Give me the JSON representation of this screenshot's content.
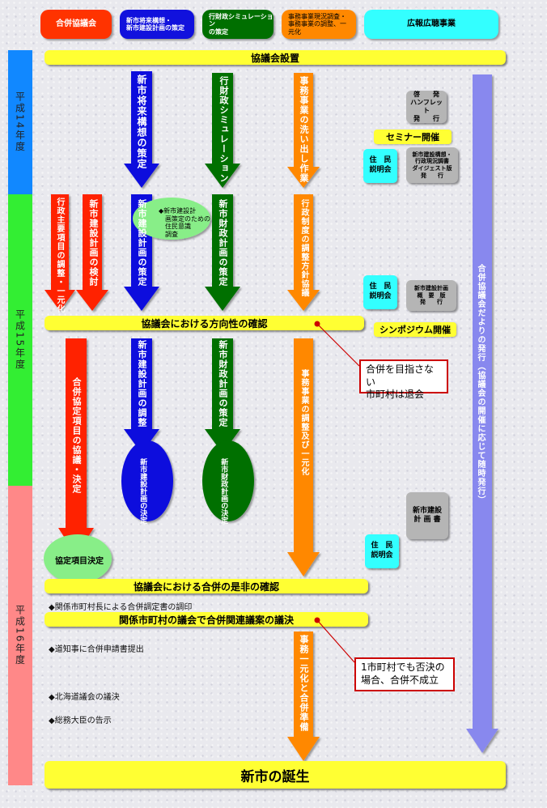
{
  "headers": {
    "council": "合併協議会",
    "future_plan_line1": "新市将来構想・",
    "future_plan_line2": "新市建設計画の策定",
    "finance_line1": "行財政シミュレーション",
    "finance_line2": "の策定",
    "business_line1": "事務事業現況調査・",
    "business_line2": "事務事業の調整、一",
    "business_line3": "元化",
    "pr": "広報広聴事業"
  },
  "years": {
    "h14": "平成14年度",
    "h15": "平成15年度",
    "h16": "平成16年度"
  },
  "bars": {
    "establish": "協議会設置",
    "direction": "協議会における方向性の確認",
    "merger_decision": "協議会における合併の是非の確認",
    "assembly": "関係市町村の議会で合併関連議案の議決",
    "birth": "新市の誕生"
  },
  "arrows": {
    "future_plan": "新市将来構想の策定",
    "finance_sim": "行財政シミュレーション",
    "business_review": "事務事業の洗い出し作業",
    "admin_items": "行政主要項目の調整・一元化",
    "construction_review": "新市建設計画の検討",
    "construction_plan": "新市建設計画の策定",
    "finance_plan": "新市財政計画の策定",
    "admin_policy": "行政制度の調整方針協議",
    "merger_items": "合併協定項目の協議・決定",
    "construction_adjust": "新市建設計画の調整",
    "finance_plan2": "新市財政計画の策定",
    "business_adjust": "事務事業の調整及び一元化",
    "unification": "事務一元化と合併準備",
    "newsletter": "合併協議会だよりの発行（協議会の開催に応じて随時発行）"
  },
  "ellipses": {
    "construction_decided": "新市建設計画の決定",
    "finance_decided": "新市財政計画の決定",
    "items_decided": "協定項目決定",
    "survey_line1": "◆新市建設計",
    "survey_line2": "画策定のための",
    "survey_line3": "住民意識",
    "survey_line4": "調査"
  },
  "pr_items": {
    "pamphlet_line1": "啓　　発",
    "pamphlet_line2": "ハンフレット",
    "pamphlet_line3": "発　　行",
    "seminar": "セミナー開催",
    "briefing": "住　民\n説明会",
    "digest_line1": "新市建設構想・",
    "digest_line2": "行政現況調書",
    "digest_line3": "ダイジェスト版",
    "digest_line4": "発　　行",
    "outline_line1": "新市建設計画",
    "outline_line2": "概　要　版",
    "outline_line3": "発　　行",
    "symposium": "シンポジウム開催",
    "plan_doc_line1": "新市建設",
    "plan_doc_line2": "計 画 書"
  },
  "notes": {
    "mayors": "◆関係市町村長による合併調定書の調印",
    "governor": "◆道知事に合併申請書提出",
    "hokkaido": "◆北海道議会の議決",
    "minister": "◆総務大臣の告示"
  },
  "callouts": {
    "withdraw_line1": "合併を目指さない",
    "withdraw_line2": "市町村は退会",
    "rejected_line1": "1市町村でも否決の",
    "rejected_line2": "場合、合併不成立"
  },
  "colors": {
    "red": "#ff2200",
    "blue": "#1111dd",
    "green": "#006f00",
    "orange": "#ff8800",
    "cyan": "#33ffff",
    "yellow": "#ffff33",
    "purple": "#8888ee"
  }
}
